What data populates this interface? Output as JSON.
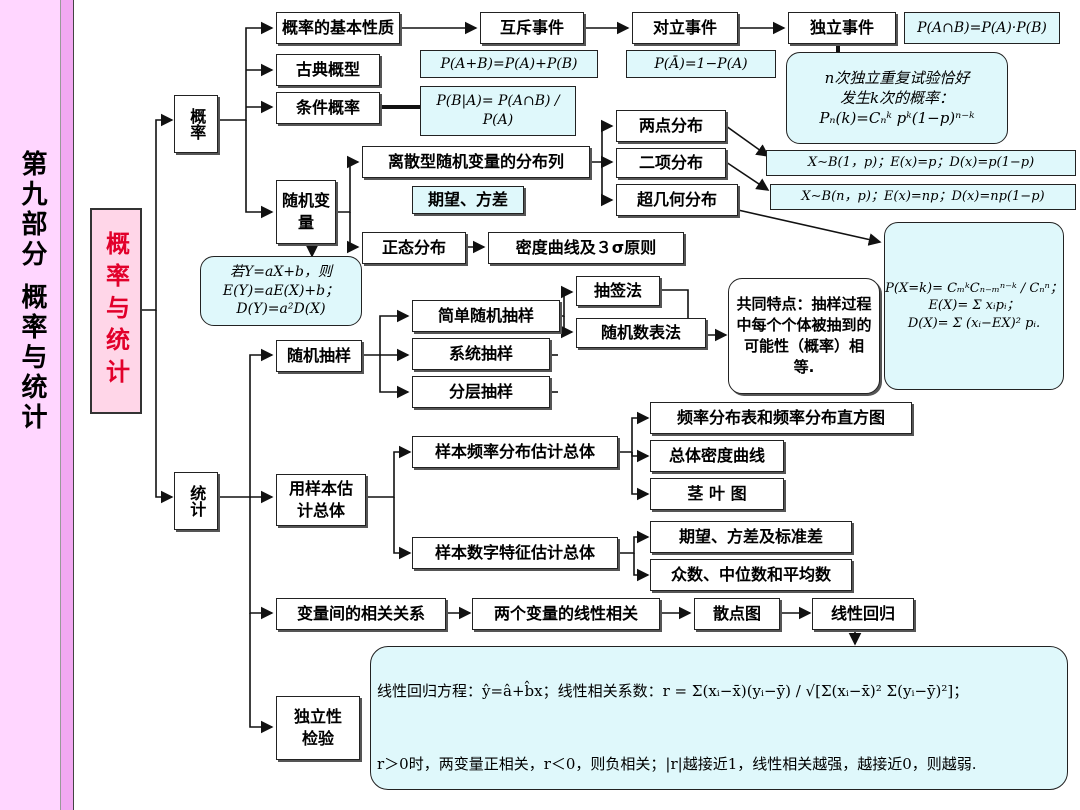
{
  "sidebar": {
    "title": "第九部分 概率与统计"
  },
  "root": {
    "label": "概率与统计"
  },
  "nodes": {
    "gailv": "概率",
    "tongji": "统计",
    "basic": "概率的基本性质",
    "huchi": "互斥事件",
    "duili": "对立事件",
    "duliji": "独立事件",
    "gudian": "古典概型",
    "tiaojian": "条件概率",
    "suiji_var": "随机变量",
    "lisan": "离散型随机变量的分布列",
    "qiwang": "期望、方差",
    "liangdian": "两点分布",
    "erxiang": "二项分布",
    "chaoji": "超几何分布",
    "zhengtai": "正态分布",
    "midu": "密度曲线及３σ原则",
    "chouyang": "随机抽样",
    "jiandan": "简单随机抽样",
    "chouqian": "抽签法",
    "suijishu": "随机数表法",
    "xitong": "系统抽样",
    "fenceng": "分层抽样",
    "gongtong": "共同特点：抽样过程中每个个体被抽到的可能性（概率）相等.",
    "yangben_est": "用样本估计总体",
    "pinlv": "样本频率分布估计总体",
    "pinlvbiao": "频率分布表和频率分布直方图",
    "zongti": "总体密度曲线",
    "jingye": "茎 叶 图",
    "shuzi": "样本数字特征估计总体",
    "qiwangfc": "期望、方差及标准差",
    "zhongshu": "众数、中位数和平均数",
    "bianliang": "变量间的相关关系",
    "liangge": "两个变量的线性相关",
    "sandian": "散点图",
    "xianxing": "线性回归",
    "duli_jy": "独立性检验"
  },
  "formulas": {
    "duli": "P(A∩B)=P(A)·P(B)",
    "huchi": "P(A+B)=P(A)+P(B)",
    "duili": "P(Ā)=1−P(A)",
    "ncici": "n次独立重复试验恰好\n发生k次的概率：\nPₙ(k)=Cₙᵏ pᵏ(1−p)ⁿ⁻ᵏ",
    "tiaojian": "P(B|A)= P(A∩B) / P(A)",
    "erxiang1": "X∼B(1，p)；E(x)=p；D(x)=p(1−p)",
    "erxiang2": "X∼B(n，p)；E(x)=np；D(x)=np(1−p)",
    "chaoji": "P(X=k)= CₘᵏCₙ₋ₘⁿ⁻ᵏ / Cₙⁿ；\nE(X)= Σ xᵢpᵢ；\nD(X)= Σ (xᵢ−EX)² pᵢ.",
    "linear_y": "若Y=aX+b，则\nE(Y)=aE(X)+b；\nD(Y)=a²D(X)",
    "regression_line1": "线性回归方程：ŷ=â+b̂x；线性相关系数：r = Σ(xᵢ−x̄)(yᵢ−ȳ) / √[Σ(xᵢ−x̄)² Σ(yᵢ−ȳ)²]；",
    "regression_line2": "r＞0时，两变量正相关，r＜0，则负相关；|r|越接近1，线性相关越强，越接近0，则越弱."
  }
}
